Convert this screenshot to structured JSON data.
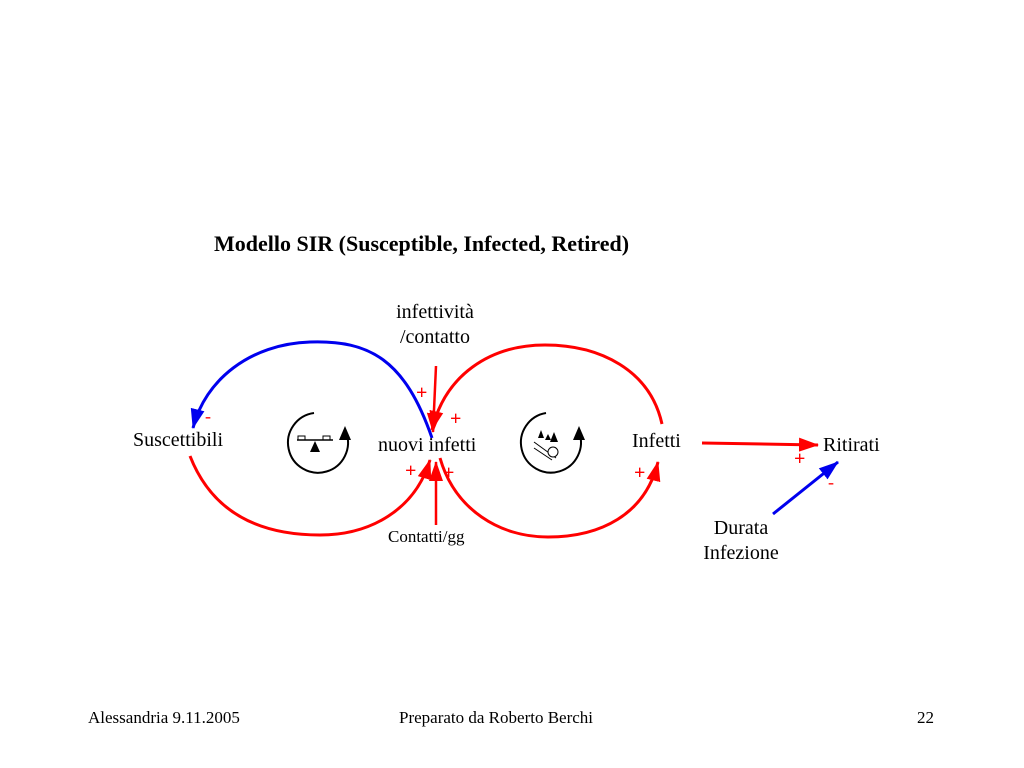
{
  "title": "Modello SIR (Susceptible, Infected, Retired)",
  "nodes": {
    "infettivita_line1": "infettività",
    "infettivita_line2": "/contatto",
    "suscettibili": "Suscettibili",
    "nuovi_infetti": "nuovi infetti",
    "infetti": "Infetti",
    "ritirati": "Ritirati",
    "durata_line1": "Durata",
    "durata_line2": "Infezione",
    "contatti": "Contatti/gg"
  },
  "polarity": {
    "plus": "+",
    "minus": "-"
  },
  "loops": [
    {
      "type": "balancing",
      "icon": "balance-scale-icon",
      "arrow_color": "#000000"
    },
    {
      "type": "reinforcing",
      "icon": "snowball-icon",
      "arrow_color": "#000000"
    }
  ],
  "colors": {
    "positive_link": "#ff0000",
    "negative_link": "#0000ee",
    "text": "#000000"
  },
  "footer": {
    "left": "Alessandria 9.11.2005",
    "center": "Preparato da Roberto Berchi",
    "right": "22"
  }
}
